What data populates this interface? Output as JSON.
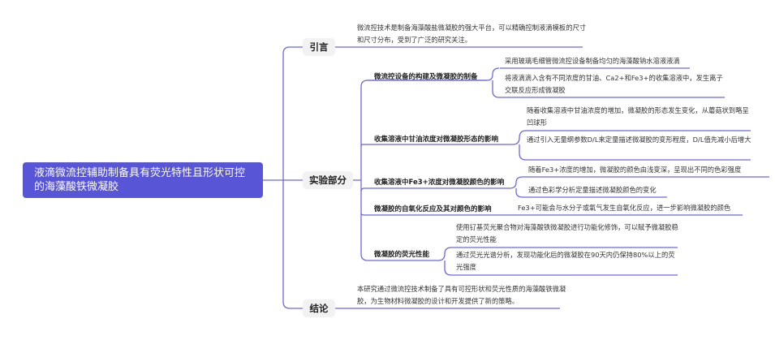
{
  "root": {
    "title": "液滴微流控辅助制备具有荧光特性且形状可控的海藻酸铁微凝胶"
  },
  "colors": {
    "accent": "#5856d6",
    "line": "#6a68e0",
    "node_bg": "#f2f2f2"
  },
  "sections": [
    {
      "label": "引言",
      "leaves": [
        "微流控技术是制备海藻酸盐微凝胶的强大平台，可以精确控制液滴模板的尺寸和尺寸分布，受到了广泛的研究关注。"
      ]
    },
    {
      "label": "实验部分",
      "topics": [
        {
          "label": "微流控设备的构建及微凝胶的制备",
          "leaves": [
            "采用玻璃毛细管微流控设备制备均匀的海藻酸钠水溶液液滴",
            "将液滴滴入含有不同浓度的甘油、Ca2+和Fe3+的收集溶液中，发生离子交联反应形成微凝胶"
          ]
        },
        {
          "label": "收集溶液中甘油浓度对微凝胶形态的影响",
          "leaves": [
            "随着收集溶液中甘油浓度的增加，微凝胶的形态发生变化，从蘑菇状到略呈凹球形",
            "通过引入无量纲参数D/L来定量描述微凝胶的变形程度，D/L值先减小后增大"
          ]
        },
        {
          "label": "收集溶液中Fe3+浓度对微凝胶颜色的影响",
          "leaves": [
            "随着Fe3+浓度的增加，微凝胶的颜色由浅变深，呈现出不同的色彩强度",
            "通过色彩学分析定量描述微凝胶颜色的变化"
          ]
        },
        {
          "label": "微凝胶的自氧化反应及其对颜色的影响",
          "leaves": [
            "Fe3+可能会与水分子或氧气发生自氧化反应，进一步影响微凝胶的颜色"
          ]
        },
        {
          "label": "微凝胶的荧光性能",
          "leaves": [
            "使用钌基荧光聚合物对海藻酸铁微凝胶进行功能化修饰，可以赋予微凝胶稳定的荧光性能",
            "通过荧光光谱分析，发现功能化后的微凝胶在90天内仍保持80%以上的荧光强度"
          ]
        }
      ]
    },
    {
      "label": "结论",
      "leaves": [
        "本研究通过微流控技术制备了具有可控形状和荧光性质的海藻酸铁微凝胶，为生物材料微凝胶的设计和开发提供了新的策略。"
      ]
    }
  ]
}
